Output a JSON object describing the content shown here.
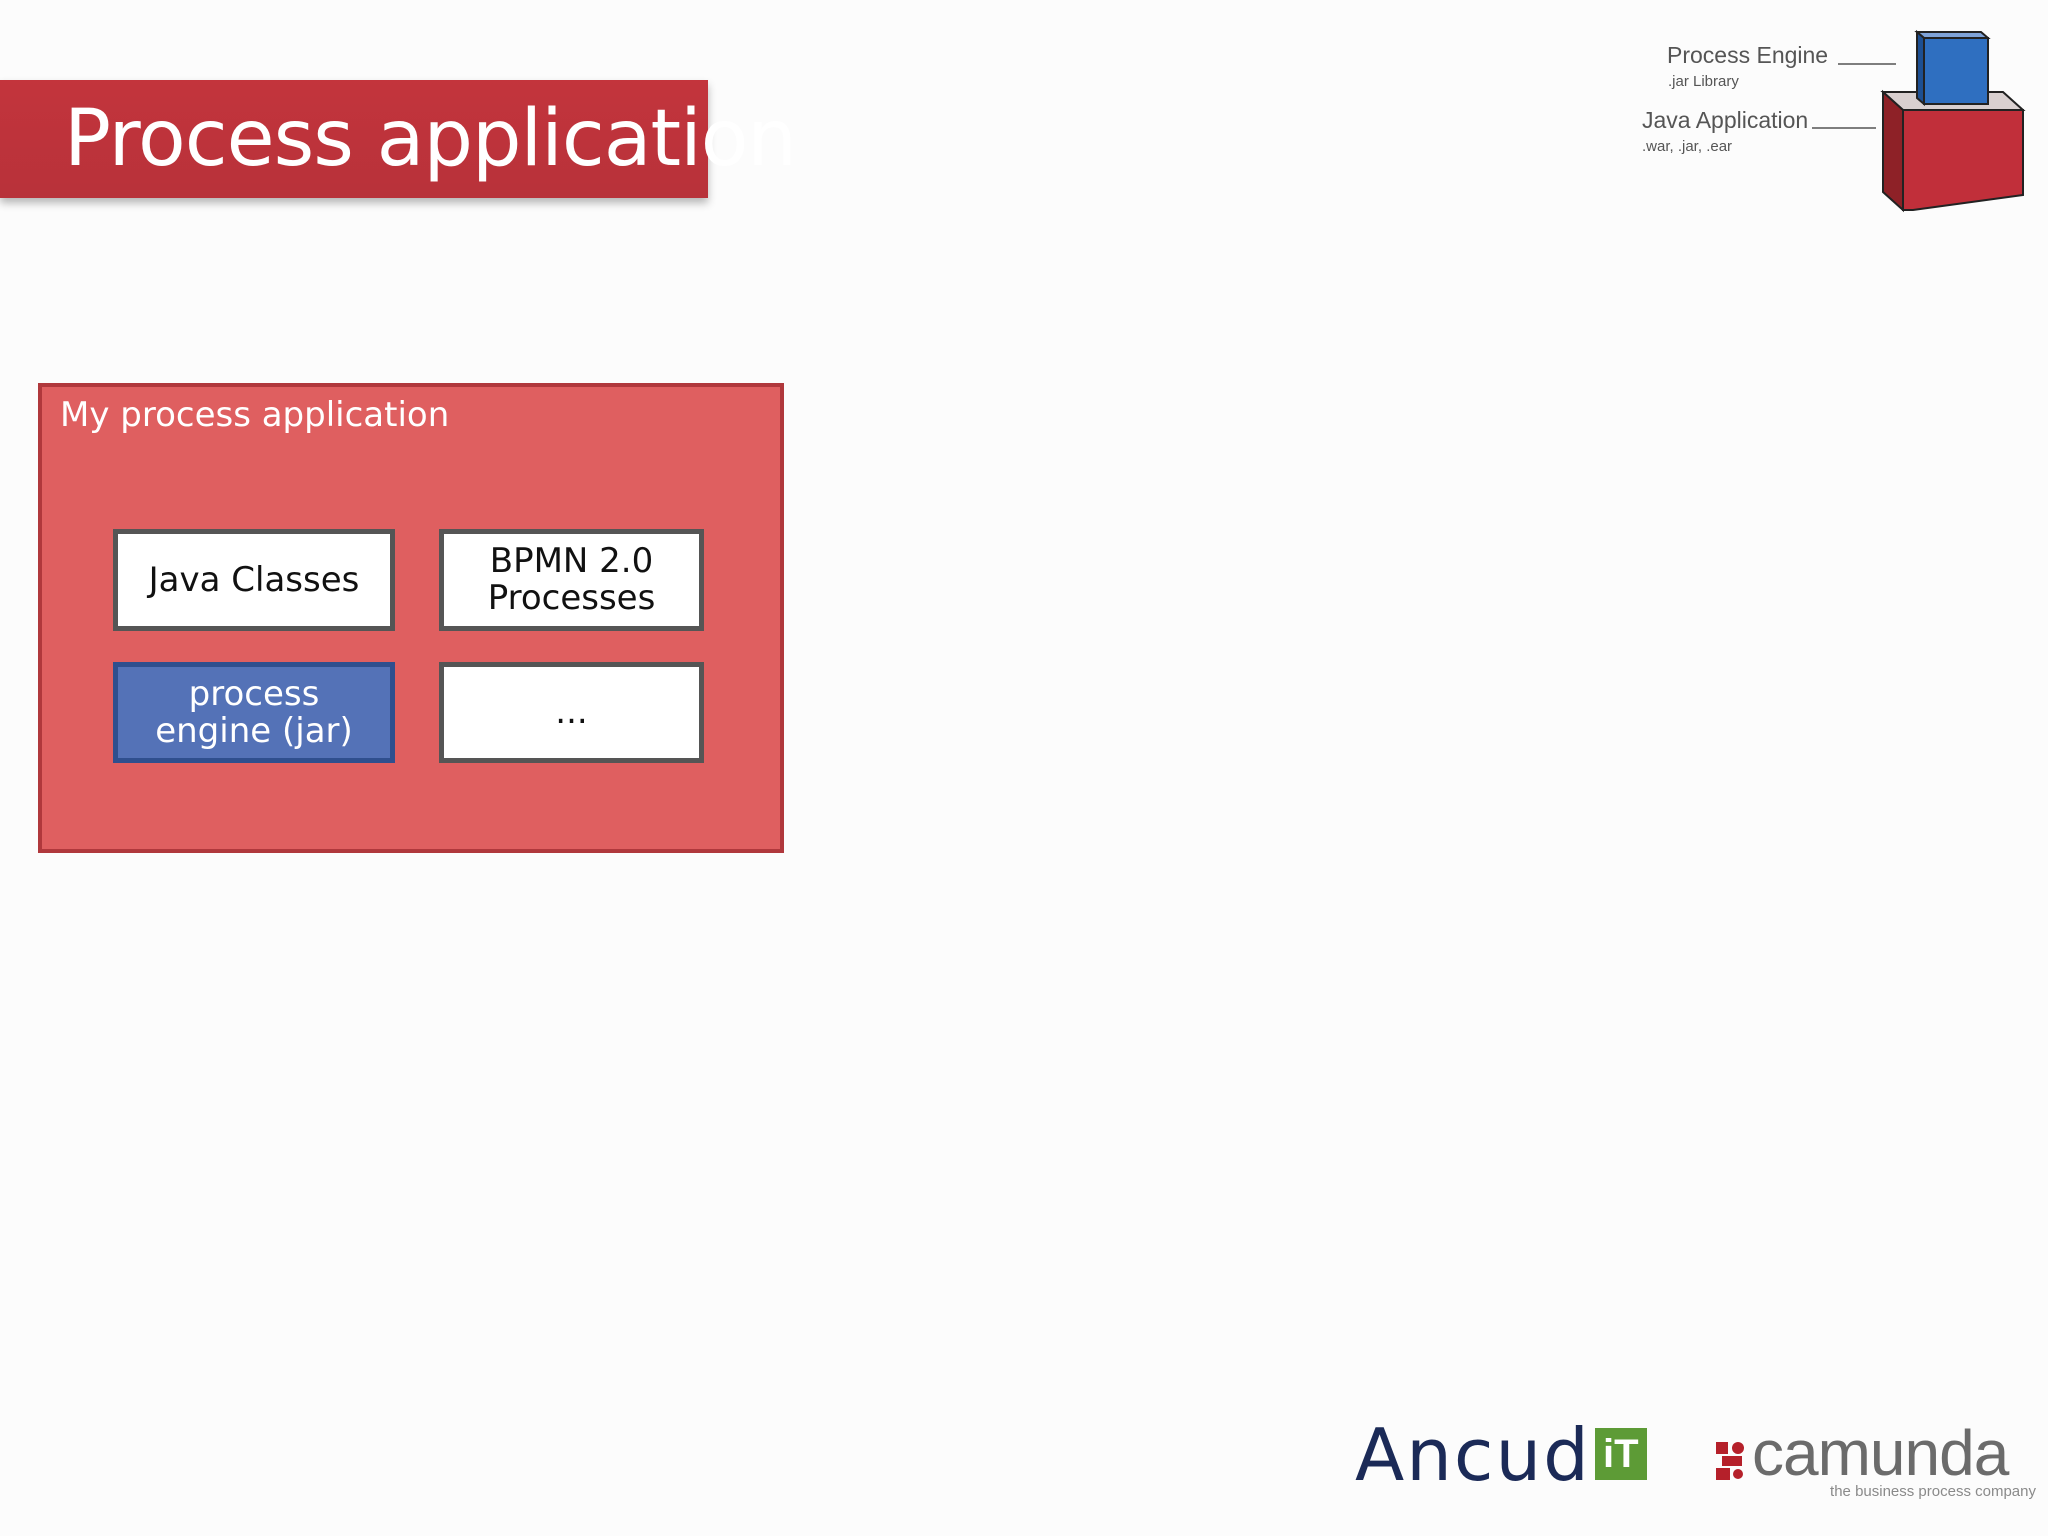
{
  "slide": {
    "title": "Process application"
  },
  "legend": {
    "engine_label": "Process Engine",
    "engine_sub": ".jar Library",
    "app_label": "Java Application",
    "app_sub": ".war, .jar, .ear",
    "colors": {
      "engine_cube": "#2f6fc0",
      "app_cube": "#c12f3a"
    }
  },
  "diagram": {
    "container_label": "My process application",
    "components": [
      {
        "label": "Java Classes",
        "kind": "plain"
      },
      {
        "label": "BPMN 2.0\nProcesses",
        "kind": "plain"
      },
      {
        "label": "process\nengine (jar)",
        "kind": "engine"
      },
      {
        "label": "...",
        "kind": "plain"
      }
    ],
    "colors": {
      "container_fill": "#df5f60",
      "engine_fill": "#5472b7"
    }
  },
  "logos": {
    "ancud_word": "Ancud",
    "ancud_badge": "iT",
    "camunda_word": "camunda",
    "camunda_tagline": "the business process company"
  }
}
